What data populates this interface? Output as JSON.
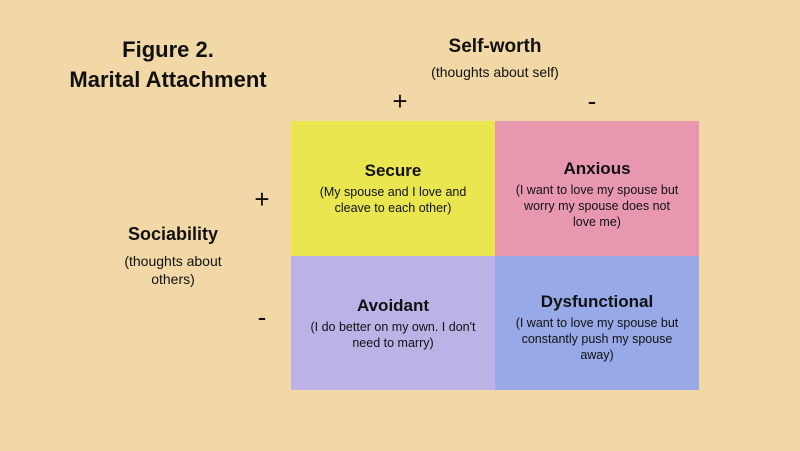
{
  "title": {
    "line1": "Figure 2.",
    "line2": "Marital Attachment"
  },
  "x_axis": {
    "label": "Self-worth",
    "sublabel": "(thoughts about self)",
    "plus": "+",
    "minus": "-"
  },
  "y_axis": {
    "label": "Sociability",
    "sublabel_1": "(thoughts about",
    "sublabel_2": "others)",
    "plus": "+",
    "minus": "-"
  },
  "quadrants": [
    {
      "title": "Secure",
      "description": "(My spouse and I love and cleave to each other)",
      "color": "#E9E650"
    },
    {
      "title": "Anxious",
      "description": "(I want to love my spouse but worry my spouse does not love me)",
      "color": "#E898AE"
    },
    {
      "title": "Avoidant",
      "description": "(I do better on my own. I don't need to marry)",
      "color": "#BDB2E6"
    },
    {
      "title": "Dysfunctional",
      "description": "(I want to love my spouse but constantly push my spouse away)",
      "color": "#98A9E8"
    }
  ]
}
